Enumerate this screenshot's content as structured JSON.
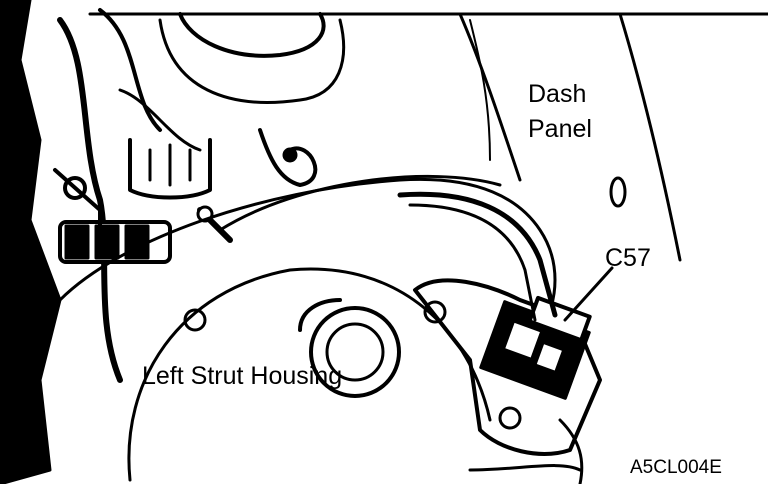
{
  "labels": {
    "dash_panel_line1": "Dash",
    "dash_panel_line2": "Panel",
    "connector": "C57",
    "strut_housing": "Left Strut Housing",
    "figure_code": "A5CL004E"
  },
  "colors": {
    "ink": "#000000",
    "paper": "#ffffff"
  }
}
